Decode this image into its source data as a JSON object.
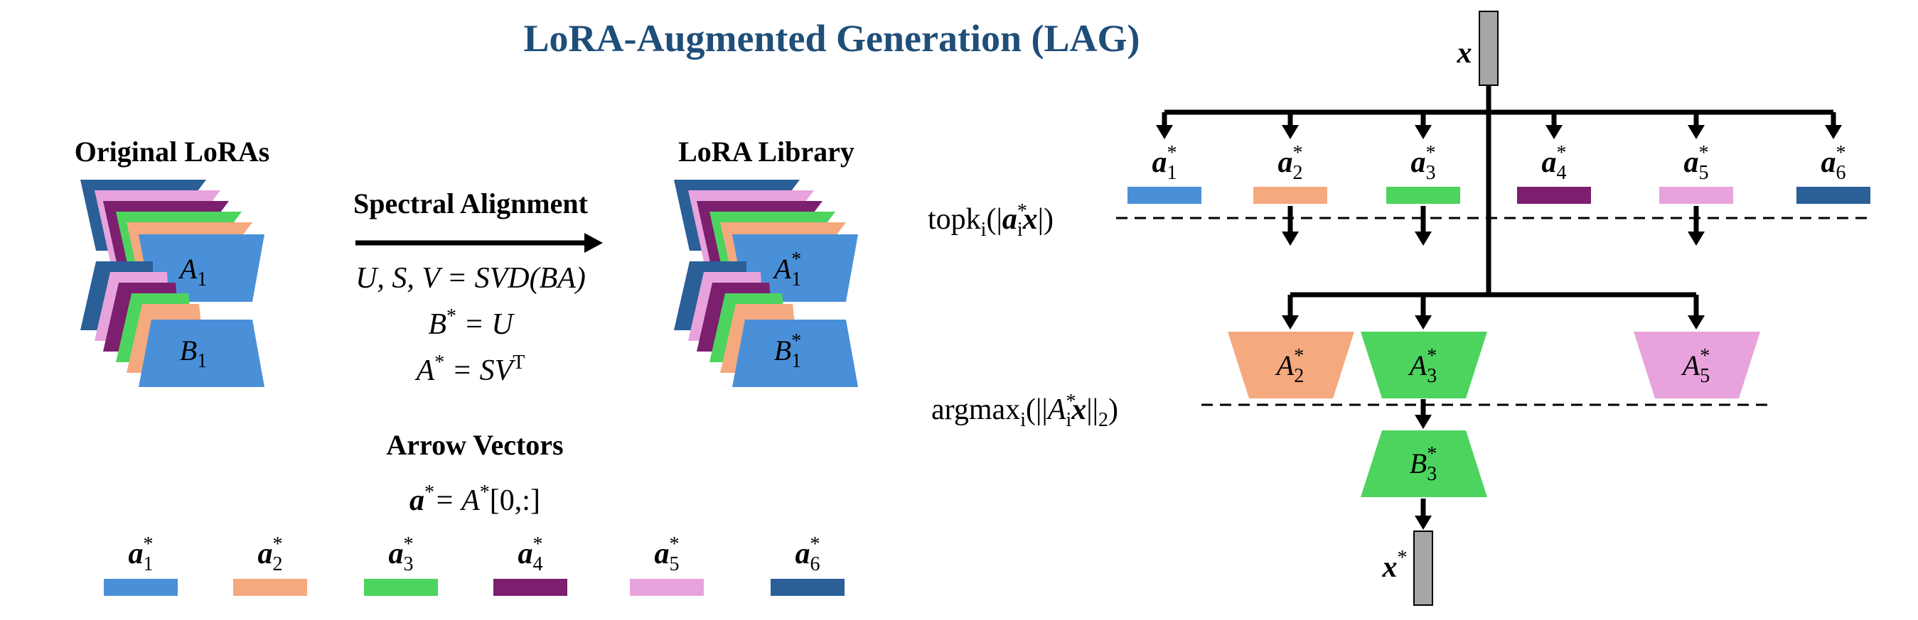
{
  "title": "LoRA-Augmented Generation (LAG)",
  "colors": {
    "title": "#1f4e79",
    "a1": "#4a90d9",
    "a2": "#f4a97f",
    "a3": "#4cd45e",
    "a4": "#7b1f6e",
    "a5": "#e8a3dc",
    "a6": "#2a5f98",
    "input_bar": "#a6a6a6"
  },
  "left": {
    "original_title": "Original LoRAs",
    "library_title": "LoRA Library",
    "A1": "A",
    "A1_sub": "1",
    "B1": "B",
    "B1_sub": "1",
    "A1s": "A",
    "A1s_sup": "*",
    "A1s_sub": "1",
    "B1s": "B",
    "B1s_sup": "*",
    "B1s_sub": "1",
    "spectral_title": "Spectral Alignment",
    "eq1": "U, S, V = SVD(BA)",
    "eq2_lhs": "B",
    "eq2_rhs": " = U",
    "eq3_lhs": "A",
    "eq3_rhs": " = SV",
    "eq3_sup": "T",
    "arrow_title": "Arrow Vectors",
    "arrow_eq_lhs": "a",
    "arrow_eq_mid": "= A",
    "arrow_eq_end": "[0,:]",
    "vectors": [
      "a",
      "a",
      "a",
      "a",
      "a",
      "a"
    ],
    "vector_subs": [
      "1",
      "2",
      "3",
      "4",
      "5",
      "6"
    ],
    "star": "*"
  },
  "right": {
    "x_label": "x",
    "x_star_label": "x",
    "topk_text": "topk",
    "topk_sub": "i",
    "topk_arg": "(|",
    "topk_a": "a",
    "topk_a_sub": "i",
    "topk_x": "x",
    "topk_end": "|)",
    "argmax_text": "argmax",
    "argmax_sub": "i",
    "argmax_arg": "(||",
    "argmax_A": "A",
    "argmax_A_sub": "i",
    "argmax_x": "x",
    "argmax_end": "||",
    "argmax_end_sub": "2",
    "argmax_close": ")",
    "selected_A": [
      "A",
      "A",
      "A"
    ],
    "selected_A_subs": [
      "2",
      "3",
      "5"
    ],
    "B3": "B",
    "B3_sub": "3"
  }
}
